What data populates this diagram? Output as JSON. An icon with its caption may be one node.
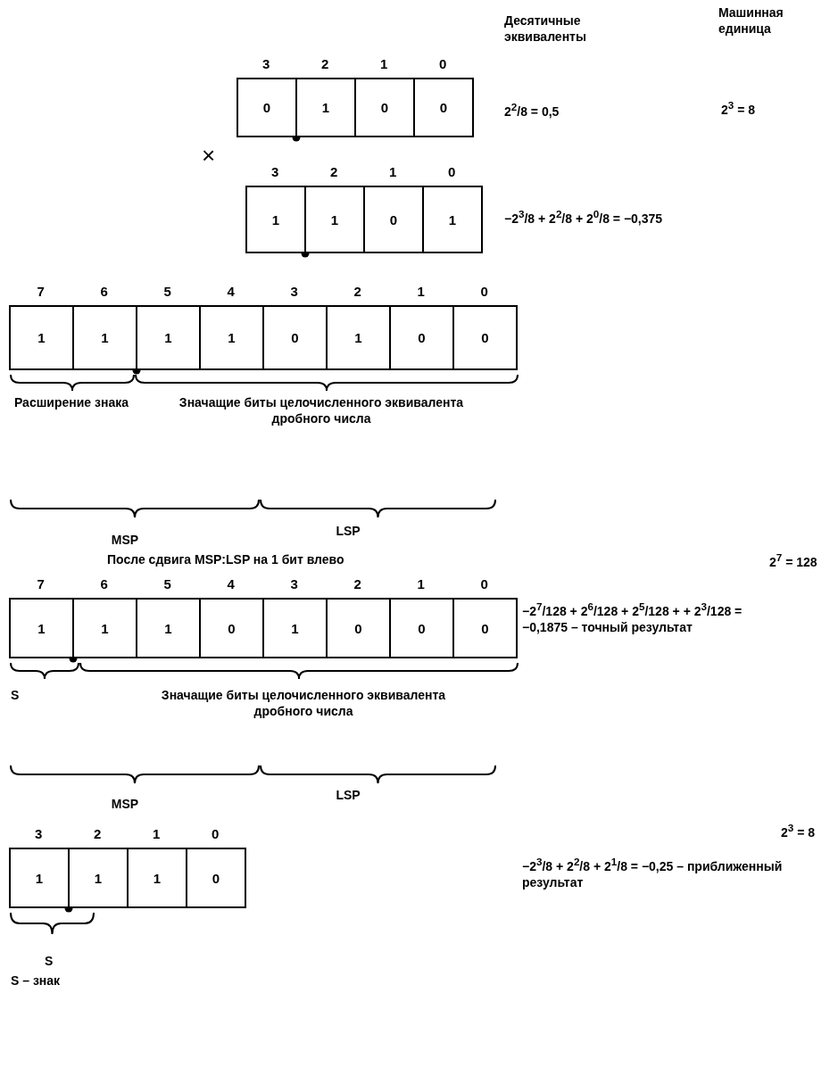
{
  "diagram": {
    "nodes": [
      {
        "text": [
          "0"
        ],
        "beside": [
          "3"
        ]
      },
      {
        "text": [
          "1"
        ],
        "beside": [
          "2"
        ]
      },
      {
        "text": [
          "0"
        ],
        "beside": [
          "1"
        ]
      },
      {
        "text": [
          "0"
        ],
        "beside": [
          "0"
        ]
      },
      {
        "text": [
          "1"
        ],
        "beside": [
          "3"
        ]
      },
      {
        "text": [
          "1"
        ],
        "beside": [
          "2"
        ]
      },
      {
        "text": [
          "0"
        ],
        "beside": [
          "1"
        ]
      },
      {
        "text": [
          "1"
        ],
        "beside": [
          "0"
        ]
      },
      {
        "text": [
          "1"
        ],
        "beside": [
          "7"
        ]
      },
      {
        "text": [
          "1"
        ],
        "beside": [
          "6"
        ]
      },
      {
        "text": [
          "1"
        ],
        "beside": [
          "5"
        ]
      },
      {
        "text": [
          "1"
        ],
        "beside": [
          "4"
        ]
      },
      {
        "text": [
          "0"
        ],
        "beside": [
          "3"
        ]
      },
      {
        "text": [
          "1"
        ],
        "beside": [
          "2"
        ]
      },
      {
        "text": [
          "0"
        ],
        "beside": [
          "1"
        ]
      },
      {
        "text": [
          "0"
        ],
        "beside": [
          "0"
        ]
      },
      {
        "text": [
          "1"
        ],
        "beside": [
          "7"
        ]
      },
      {
        "text": [
          "1"
        ],
        "beside": [
          "6"
        ]
      },
      {
        "text": [
          "1"
        ],
        "beside": [
          "5"
        ]
      },
      {
        "text": [
          "0"
        ],
        "beside": [
          "4"
        ]
      },
      {
        "text": [
          "1"
        ],
        "beside": [
          "3"
        ]
      },
      {
        "text": [
          "0"
        ],
        "beside": [
          "2"
        ]
      },
      {
        "text": [
          "0"
        ],
        "beside": [
          "1"
        ]
      },
      {
        "text": [
          "0"
        ],
        "beside": [
          "0"
        ]
      },
      {
        "text": [
          "1"
        ],
        "beside": [
          "3"
        ]
      },
      {
        "text": [
          "1"
        ],
        "beside": [
          "2"
        ]
      },
      {
        "text": [
          "1"
        ],
        "beside": [
          "1"
        ]
      },
      {
        "text": [
          "0"
        ],
        "beside": [
          "0"
        ]
      }
    ],
    "labels": [
      "Десятичные эквиваленты",
      "Машинная единица",
      "2$^{2}$/8 = 0,5",
      "2$^{3}$ = 8",
      "×",
      "−2$^{3}$/8 + 2$^{2}$/8 + 2$^{0}$/8 = −0,375",
      "Расширение знака",
      "Значащие биты целочисленного эквивалента дробного числа",
      "MSP",
      "LSP",
      "После сдвига MSP:LSP на 1 бит влево",
      "2$^{7}$ = 128",
      "−2$^{7}$/128 + 2$^{6}$/128 + 2$^{5}$/128 + + 2$^{3}$/128 = −0,1875 – точный результат",
      "S",
      "Значащие биты целочисленного эквивалента дробного числа",
      "MSP",
      "LSP",
      "2$^{3}$ = 8",
      "−2$^{3}$/8 + 2$^{2}$/8 + 2$^{1}$/8 = −0,25 – приближенный результат",
      "S",
      "S – знак"
    ]
  }
}
